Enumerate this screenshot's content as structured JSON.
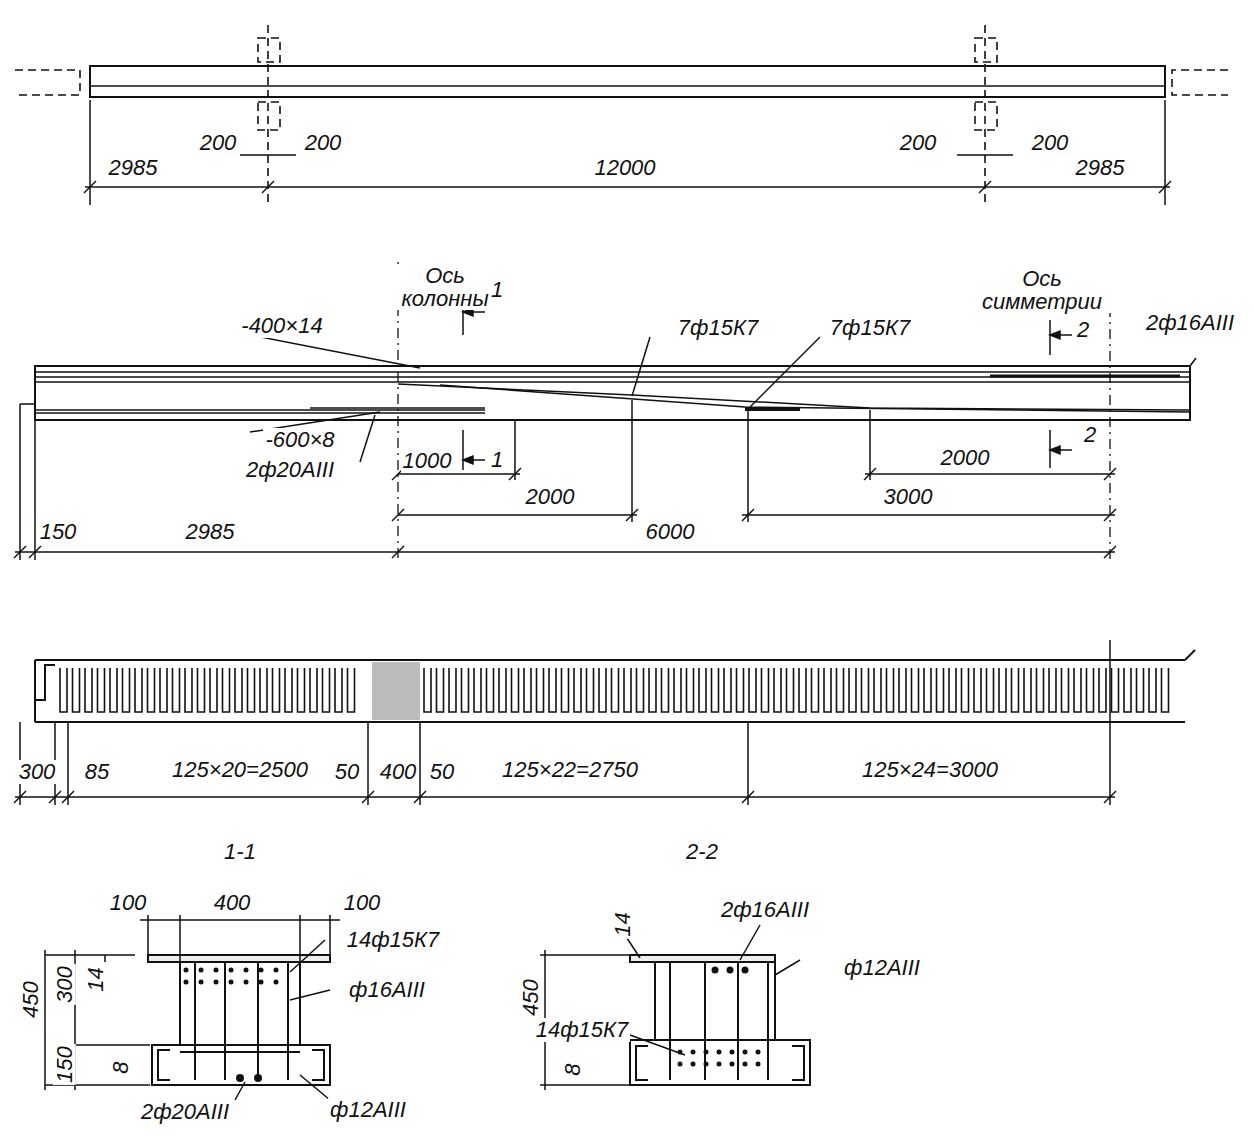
{
  "diagram": {
    "labels": [
      "2985",
      "200",
      "200",
      "12000",
      "200",
      "200",
      "2985",
      "Ось колонны",
      "-400×14",
      "1",
      "7ф15К7",
      "Ось симметрии",
      "7ф15К7",
      "2",
      "2ф16АIII",
      "-600×8",
      "1000",
      "1",
      "2ф20АIII",
      "2000",
      "2",
      "2000",
      "3000",
      "150",
      "2985",
      "6000",
      "300",
      "85",
      "125×20=2500",
      "50",
      "400",
      "50",
      "125×22=2750",
      "125×24=3000",
      "1-1",
      "2-2",
      "100",
      "400",
      "100",
      "14ф15К7",
      "14",
      "300",
      "450",
      "ф16АIII",
      "150",
      "8",
      "2ф20АIII",
      "ф12АIII",
      "2ф16АIII",
      "14",
      "ф12АIII",
      "450",
      "14ф15К7",
      "8"
    ]
  }
}
